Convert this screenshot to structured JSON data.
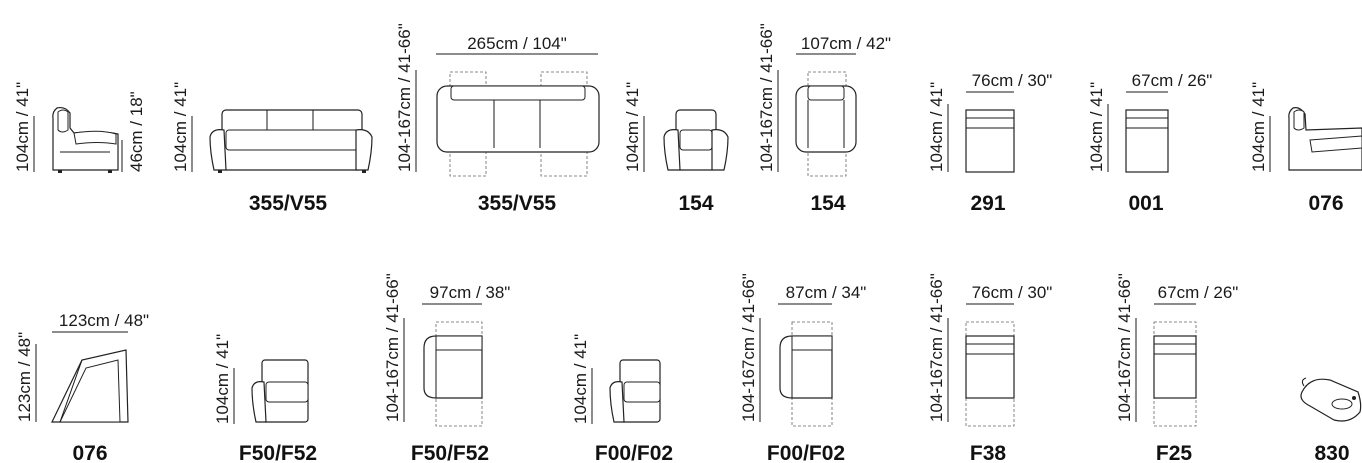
{
  "row1": [
    {
      "code": "",
      "height": "104cm / 41\"",
      "seat_height": "46cm / 18\"",
      "width": ""
    },
    {
      "code": "355/V55",
      "height": "104cm / 41\"",
      "width": ""
    },
    {
      "code": "355/V55",
      "height": "104-167cm / 41-66\"",
      "width": "265cm / 104\""
    },
    {
      "code": "154",
      "height": "104cm / 41\"",
      "width": ""
    },
    {
      "code": "154",
      "height": "104-167cm / 41-66\"",
      "width": "107cm / 42\""
    },
    {
      "code": "291",
      "height": "104cm / 41\"",
      "width": "76cm / 30\""
    },
    {
      "code": "001",
      "height": "104cm / 41\"",
      "width": "67cm / 26\""
    },
    {
      "code": "076",
      "height": "104cm / 41\"",
      "width": ""
    }
  ],
  "row2": [
    {
      "code": "076",
      "height": "123cm / 48\"",
      "width": "123cm / 48\""
    },
    {
      "code": "F50/F52",
      "height": "104cm / 41\"",
      "width": ""
    },
    {
      "code": "F50/F52",
      "height": "104-167cm / 41-66\"",
      "width": "97cm / 38\""
    },
    {
      "code": "F00/F02",
      "height": "104cm / 41\"",
      "width": ""
    },
    {
      "code": "F00/F02",
      "height": "104-167cm / 41-66\"",
      "width": "87cm / 34\""
    },
    {
      "code": "F38",
      "height": "104-167cm / 41-66\"",
      "width": "76cm / 30\""
    },
    {
      "code": "F25",
      "height": "104-167cm / 41-66\"",
      "width": "67cm / 26\""
    },
    {
      "code": "830",
      "height": "",
      "width": ""
    }
  ],
  "icons": {
    "side_view": "sofa-side-view-icon",
    "front_view": "sofa-front-view-icon",
    "top_view": "sofa-top-view-icon",
    "remote": "remote-control-icon"
  }
}
